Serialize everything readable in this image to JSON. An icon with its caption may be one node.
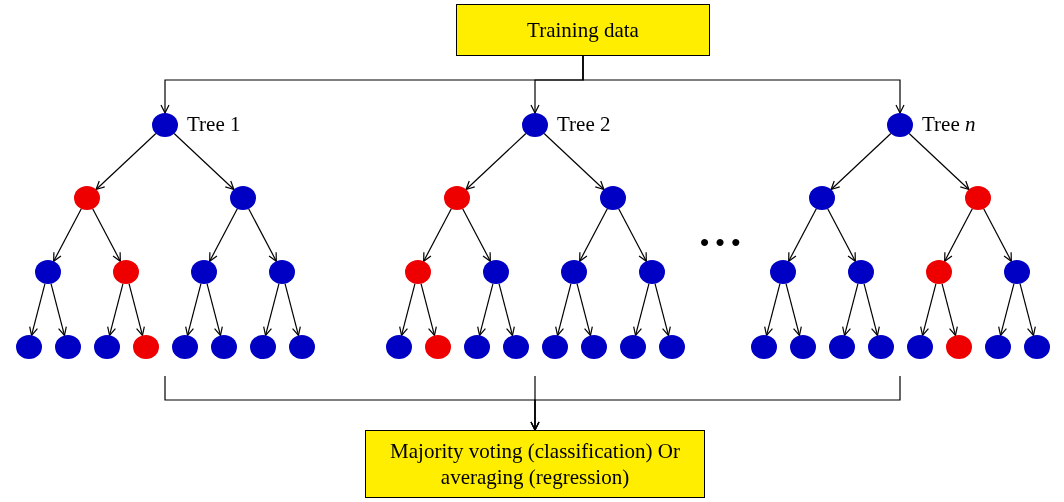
{
  "diagram": {
    "nodes": [
      {
        "text": [
          "Training data"
        ]
      },
      {
        "text": [],
        "shape": "circle",
        "beside": [
          "Tree 1"
        ]
      },
      {
        "text": [],
        "shape": "circle"
      },
      {
        "text": [],
        "shape": "circle"
      },
      {
        "text": [],
        "shape": "circle"
      },
      {
        "text": [],
        "shape": "circle"
      },
      {
        "text": [],
        "shape": "circle"
      },
      {
        "text": [],
        "shape": "circle"
      },
      {
        "text": [],
        "shape": "circle"
      },
      {
        "text": [],
        "shape": "circle"
      },
      {
        "text": [],
        "shape": "circle"
      },
      {
        "text": [],
        "shape": "circle"
      },
      {
        "text": [],
        "shape": "circle"
      },
      {
        "text": [],
        "shape": "circle"
      },
      {
        "text": [],
        "shape": "circle"
      },
      {
        "text": [],
        "shape": "circle"
      },
      {
        "text": [],
        "shape": "circle",
        "beside": [
          "Tree 2"
        ]
      },
      {
        "text": [],
        "shape": "circle"
      },
      {
        "text": [],
        "shape": "circle"
      },
      {
        "text": [],
        "shape": "circle"
      },
      {
        "text": [],
        "shape": "circle"
      },
      {
        "text": [],
        "shape": "circle"
      },
      {
        "text": [],
        "shape": "circle"
      },
      {
        "text": [],
        "shape": "circle"
      },
      {
        "text": [],
        "shape": "circle"
      },
      {
        "text": [],
        "shape": "circle"
      },
      {
        "text": [],
        "shape": "circle"
      },
      {
        "text": [],
        "shape": "circle"
      },
      {
        "text": [],
        "shape": "circle"
      },
      {
        "text": [],
        "shape": "circle"
      },
      {
        "text": [],
        "shape": "circle"
      },
      {
        "text": [],
        "shape": "circle",
        "beside": [
          "Tree *n*"
        ]
      },
      {
        "text": [],
        "shape": "circle"
      },
      {
        "text": [],
        "shape": "circle"
      },
      {
        "text": [],
        "shape": "circle"
      },
      {
        "text": [],
        "shape": "circle"
      },
      {
        "text": [],
        "shape": "circle"
      },
      {
        "text": [],
        "shape": "circle"
      },
      {
        "text": [],
        "shape": "circle"
      },
      {
        "text": [],
        "shape": "circle"
      },
      {
        "text": [],
        "shape": "circle"
      },
      {
        "text": [],
        "shape": "circle"
      },
      {
        "text": [],
        "shape": "circle"
      },
      {
        "text": [],
        "shape": "circle"
      },
      {
        "text": [],
        "shape": "circle"
      },
      {
        "text": [],
        "shape": "circle"
      },
      {
        "text": [
          "Majority voting (classification) Or averaging (regression)"
        ]
      }
    ],
    "edges": [
      {
        "from": 0,
        "to": 1,
        "arrow": "to"
      },
      {
        "from": 0,
        "to": 16,
        "arrow": "to"
      },
      {
        "from": 0,
        "to": 31,
        "arrow": "to"
      },
      {
        "from": 1,
        "to": 2,
        "arrow": "to"
      },
      {
        "from": 1,
        "to": 3,
        "arrow": "to"
      },
      {
        "from": 2,
        "to": 4,
        "arrow": "to"
      },
      {
        "from": 2,
        "to": 5,
        "arrow": "to"
      },
      {
        "from": 3,
        "to": 6,
        "arrow": "to"
      },
      {
        "from": 3,
        "to": 7,
        "arrow": "to"
      },
      {
        "from": 4,
        "to": 8,
        "arrow": "to"
      },
      {
        "from": 4,
        "to": 9,
        "arrow": "to"
      },
      {
        "from": 5,
        "to": 10,
        "arrow": "to"
      },
      {
        "from": 5,
        "to": 11,
        "arrow": "to"
      },
      {
        "from": 6,
        "to": 12,
        "arrow": "to"
      },
      {
        "from": 6,
        "to": 13,
        "arrow": "to"
      },
      {
        "from": 7,
        "to": 14,
        "arrow": "to"
      },
      {
        "from": 7,
        "to": 15,
        "arrow": "to"
      },
      {
        "from": 16,
        "to": 17,
        "arrow": "to"
      },
      {
        "from": 16,
        "to": 18,
        "arrow": "to"
      },
      {
        "from": 17,
        "to": 19,
        "arrow": "to"
      },
      {
        "from": 17,
        "to": 20,
        "arrow": "to"
      },
      {
        "from": 18,
        "to": 21,
        "arrow": "to"
      },
      {
        "from": 18,
        "to": 22,
        "arrow": "to"
      },
      {
        "from": 19,
        "to": 23,
        "arrow": "to"
      },
      {
        "from": 19,
        "to": 24,
        "arrow": "to"
      },
      {
        "from": 20,
        "to": 25,
        "arrow": "to"
      },
      {
        "from": 20,
        "to": 26,
        "arrow": "to"
      },
      {
        "from": 21,
        "to": 27,
        "arrow": "to"
      },
      {
        "from": 21,
        "to": 28,
        "arrow": "to"
      },
      {
        "from": 22,
        "to": 29,
        "arrow": "to"
      },
      {
        "from": 22,
        "to": 30,
        "arrow": "to"
      },
      {
        "from": 31,
        "to": 32,
        "arrow": "to"
      },
      {
        "from": 31,
        "to": 33,
        "arrow": "to"
      },
      {
        "from": 32,
        "to": 34,
        "arrow": "to"
      },
      {
        "from": 32,
        "to": 35,
        "arrow": "to"
      },
      {
        "from": 33,
        "to": 36,
        "arrow": "to"
      },
      {
        "from": 33,
        "to": 37,
        "arrow": "to"
      },
      {
        "from": 34,
        "to": 38,
        "arrow": "to"
      },
      {
        "from": 34,
        "to": 39,
        "arrow": "to"
      },
      {
        "from": 35,
        "to": 40,
        "arrow": "to"
      },
      {
        "from": 35,
        "to": 41,
        "arrow": "to"
      },
      {
        "from": 36,
        "to": 42,
        "arrow": "to"
      },
      {
        "from": 36,
        "to": 43,
        "arrow": "to"
      },
      {
        "from": 37,
        "to": 44,
        "arrow": "to"
      },
      {
        "from": 37,
        "to": 45,
        "arrow": "to"
      },
      {
        "from": null,
        "to": 46,
        "arrow": "to"
      },
      {
        "from": null,
        "to": 46,
        "arrow": "to"
      },
      {
        "from": null,
        "to": 46,
        "arrow": "to"
      }
    ],
    "labels": [
      "• • •"
    ]
  }
}
